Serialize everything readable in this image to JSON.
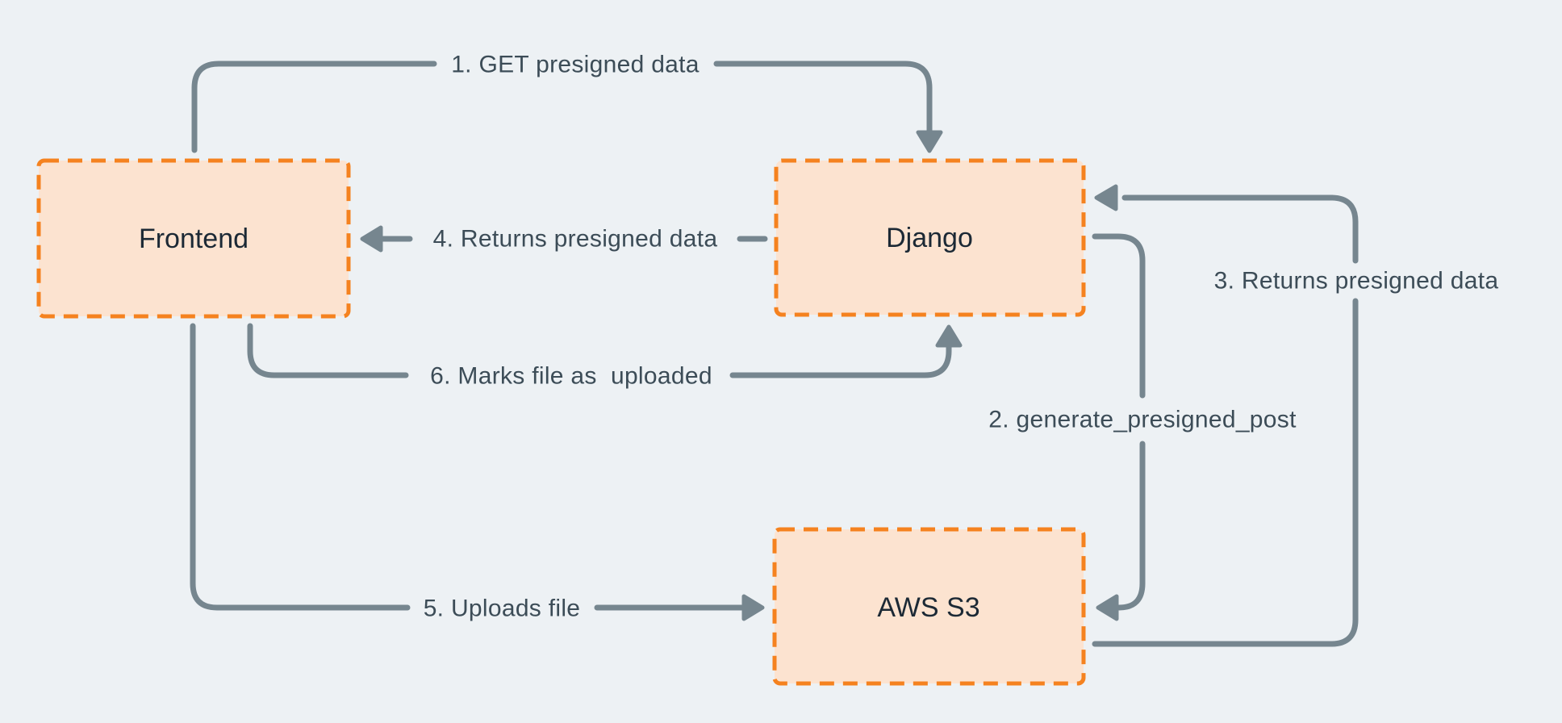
{
  "diagram": {
    "title": "Presigned upload flow diagram",
    "colors": {
      "background": "#edf1f4",
      "node_fill": "#fce3d0",
      "node_border": "#f5821f",
      "arrow": "#76868f",
      "edge_label_text": "#3c4c57",
      "node_label_text": "#1c2935"
    },
    "nodes": [
      {
        "id": "frontend",
        "label": "Frontend"
      },
      {
        "id": "django",
        "label": "Django"
      },
      {
        "id": "aws-s3",
        "label": "AWS S3"
      }
    ],
    "edges": [
      {
        "id": "1",
        "label": "1. GET presigned data",
        "from": "Frontend",
        "to": "Django"
      },
      {
        "id": "2",
        "label": "2. generate_presigned_post",
        "from": "Django",
        "to": "AWS S3"
      },
      {
        "id": "3",
        "label": "3. Returns presigned data",
        "from": "AWS S3",
        "to": "Django"
      },
      {
        "id": "4",
        "label": "4. Returns presigned data",
        "from": "Django",
        "to": "Frontend"
      },
      {
        "id": "5",
        "label": "5. Uploads file",
        "from": "Frontend",
        "to": "AWS S3"
      },
      {
        "id": "6",
        "label": "6. Marks file as  uploaded",
        "from": "Frontend",
        "to": "Django"
      }
    ]
  }
}
